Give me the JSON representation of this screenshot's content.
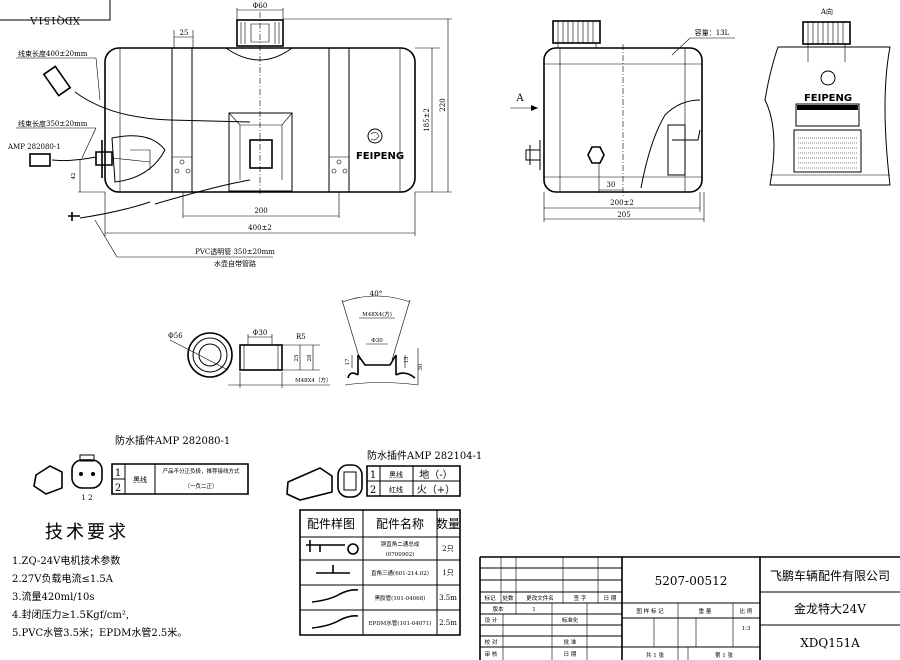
{
  "corner_label": "XDQ151A",
  "front_view": {
    "dim_cap": "Φ60",
    "dim_strap": "25",
    "dim_height_inner": "185±2",
    "dim_height_total": "220",
    "dim_strap_spacing": "200",
    "dim_length": "400±2",
    "dim_sensor": "42",
    "harness_400": "线束长度400±20mm",
    "harness_350": "线束长度350±20mm",
    "amp_label": "AMP 282080-1",
    "pvc_label": "PVC透明管 350±20mm",
    "pvc_sub": "水壶自带管路",
    "logo_text": "FEIPENG"
  },
  "side_view": {
    "capacity": "容量：13L",
    "arrow_label": "A",
    "dim_30": "30",
    "dim_200": "200±2",
    "dim_205": "205"
  },
  "a_view": {
    "title": "A向",
    "logo_text": "FEIPENG"
  },
  "cap_detail": {
    "dia56": "Φ56",
    "dia30": "Φ30",
    "r5": "R5",
    "d25": "25",
    "d28": "28",
    "thread": "M48X4（方）"
  },
  "neck_detail": {
    "angle": "40°",
    "thread": "M48X4(方)",
    "dia30": "Φ30",
    "d17": "17",
    "d15": "15",
    "d30": "30"
  },
  "connector1": {
    "title": "防水插件AMP 282080-1",
    "pins": "1 2",
    "rows": [
      "1",
      "2"
    ],
    "wire": "黑线",
    "note_line1": "产品不分正负极，推荐接线方式",
    "note_line2": "（一负二正）"
  },
  "connector2": {
    "title": "防水插件AMP 282104-1",
    "rows": [
      {
        "pin": "1",
        "wire": "黑线",
        "func": "地（-）"
      },
      {
        "pin": "2",
        "wire": "红线",
        "func": "火（+）"
      }
    ]
  },
  "tech_requirements": {
    "title": "技术要求",
    "items": [
      "1.ZQ-24V电机技术参数",
      "2.27V负载电流≤1.5A",
      "3.流量420ml/10s",
      "4.封闭压力≥1.5Kgf/cm²,",
      "5.PVC水管3.5米；EPDM水管2.5米。"
    ]
  },
  "parts_table": {
    "headers": [
      "配件样图",
      "配件名称",
      "数量"
    ],
    "rows": [
      {
        "name1": "铜直角二通总成",
        "name2": "(0700902)",
        "qty": "2只"
      },
      {
        "name1": "直角三通(601-214.02)",
        "qty": "1只"
      },
      {
        "name1": "黑胶管(101-04068)",
        "qty": "3.5m"
      },
      {
        "name1": "EPDM水管(101-04071)",
        "qty": "2.5m"
      }
    ]
  },
  "title_block": {
    "company": "飞鹏车辆配件有限公司",
    "product": "金龙特大24V",
    "model": "XDQ151A",
    "drawing_no": "5207-00512",
    "rev_headers": [
      "标记",
      "处数",
      "更改文件名",
      "签 字",
      "日 期"
    ],
    "version_label": "版本",
    "version": "1",
    "design": "设 计",
    "standard": "标准化",
    "check": "校 对",
    "approve": "批 准",
    "review": "审 核",
    "date": "日 期",
    "mark_label": "图 样 标 记",
    "weight_label": "重 量",
    "scale_label": "比 例",
    "scale": "1:3",
    "sheets": "共 1 张",
    "sheet": "第 1 张"
  }
}
